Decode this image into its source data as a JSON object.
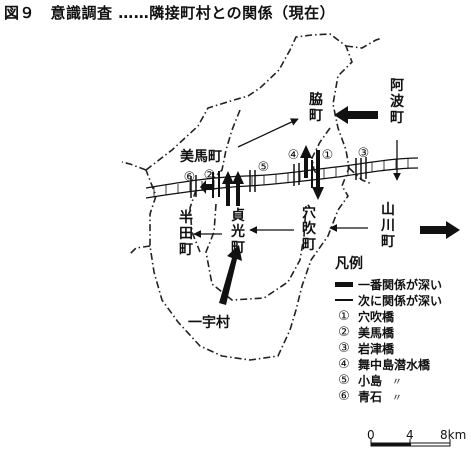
{
  "figure": {
    "title": "図９　意識調査 ……隣接町村との関係（現在）"
  },
  "towns": {
    "wakimachi": "脇町",
    "awa": "阿波町",
    "mima": "美馬町",
    "anabuki": "穴吹町",
    "sadamitsu": "貞光町",
    "handa": "半田町",
    "yamakawa": "山川町",
    "ichiu": "一宇村"
  },
  "legend": {
    "title": "凡例",
    "strong": "一番関係が深い",
    "weak": "次に関係が深い",
    "items": [
      {
        "num": "①",
        "label": "穴吹橋"
      },
      {
        "num": "②",
        "label": "美馬橋"
      },
      {
        "num": "③",
        "label": "岩津橋"
      },
      {
        "num": "④",
        "label": "舞中島潜水橋"
      },
      {
        "num": "⑤",
        "label": "小島",
        "ditto": "〃"
      },
      {
        "num": "⑥",
        "label": "青石",
        "ditto": "〃"
      }
    ]
  },
  "markers": [
    "①",
    "②",
    "③",
    "④",
    "⑤",
    "⑥"
  ],
  "scale": {
    "labels": [
      "0",
      "4",
      "8km"
    ]
  }
}
